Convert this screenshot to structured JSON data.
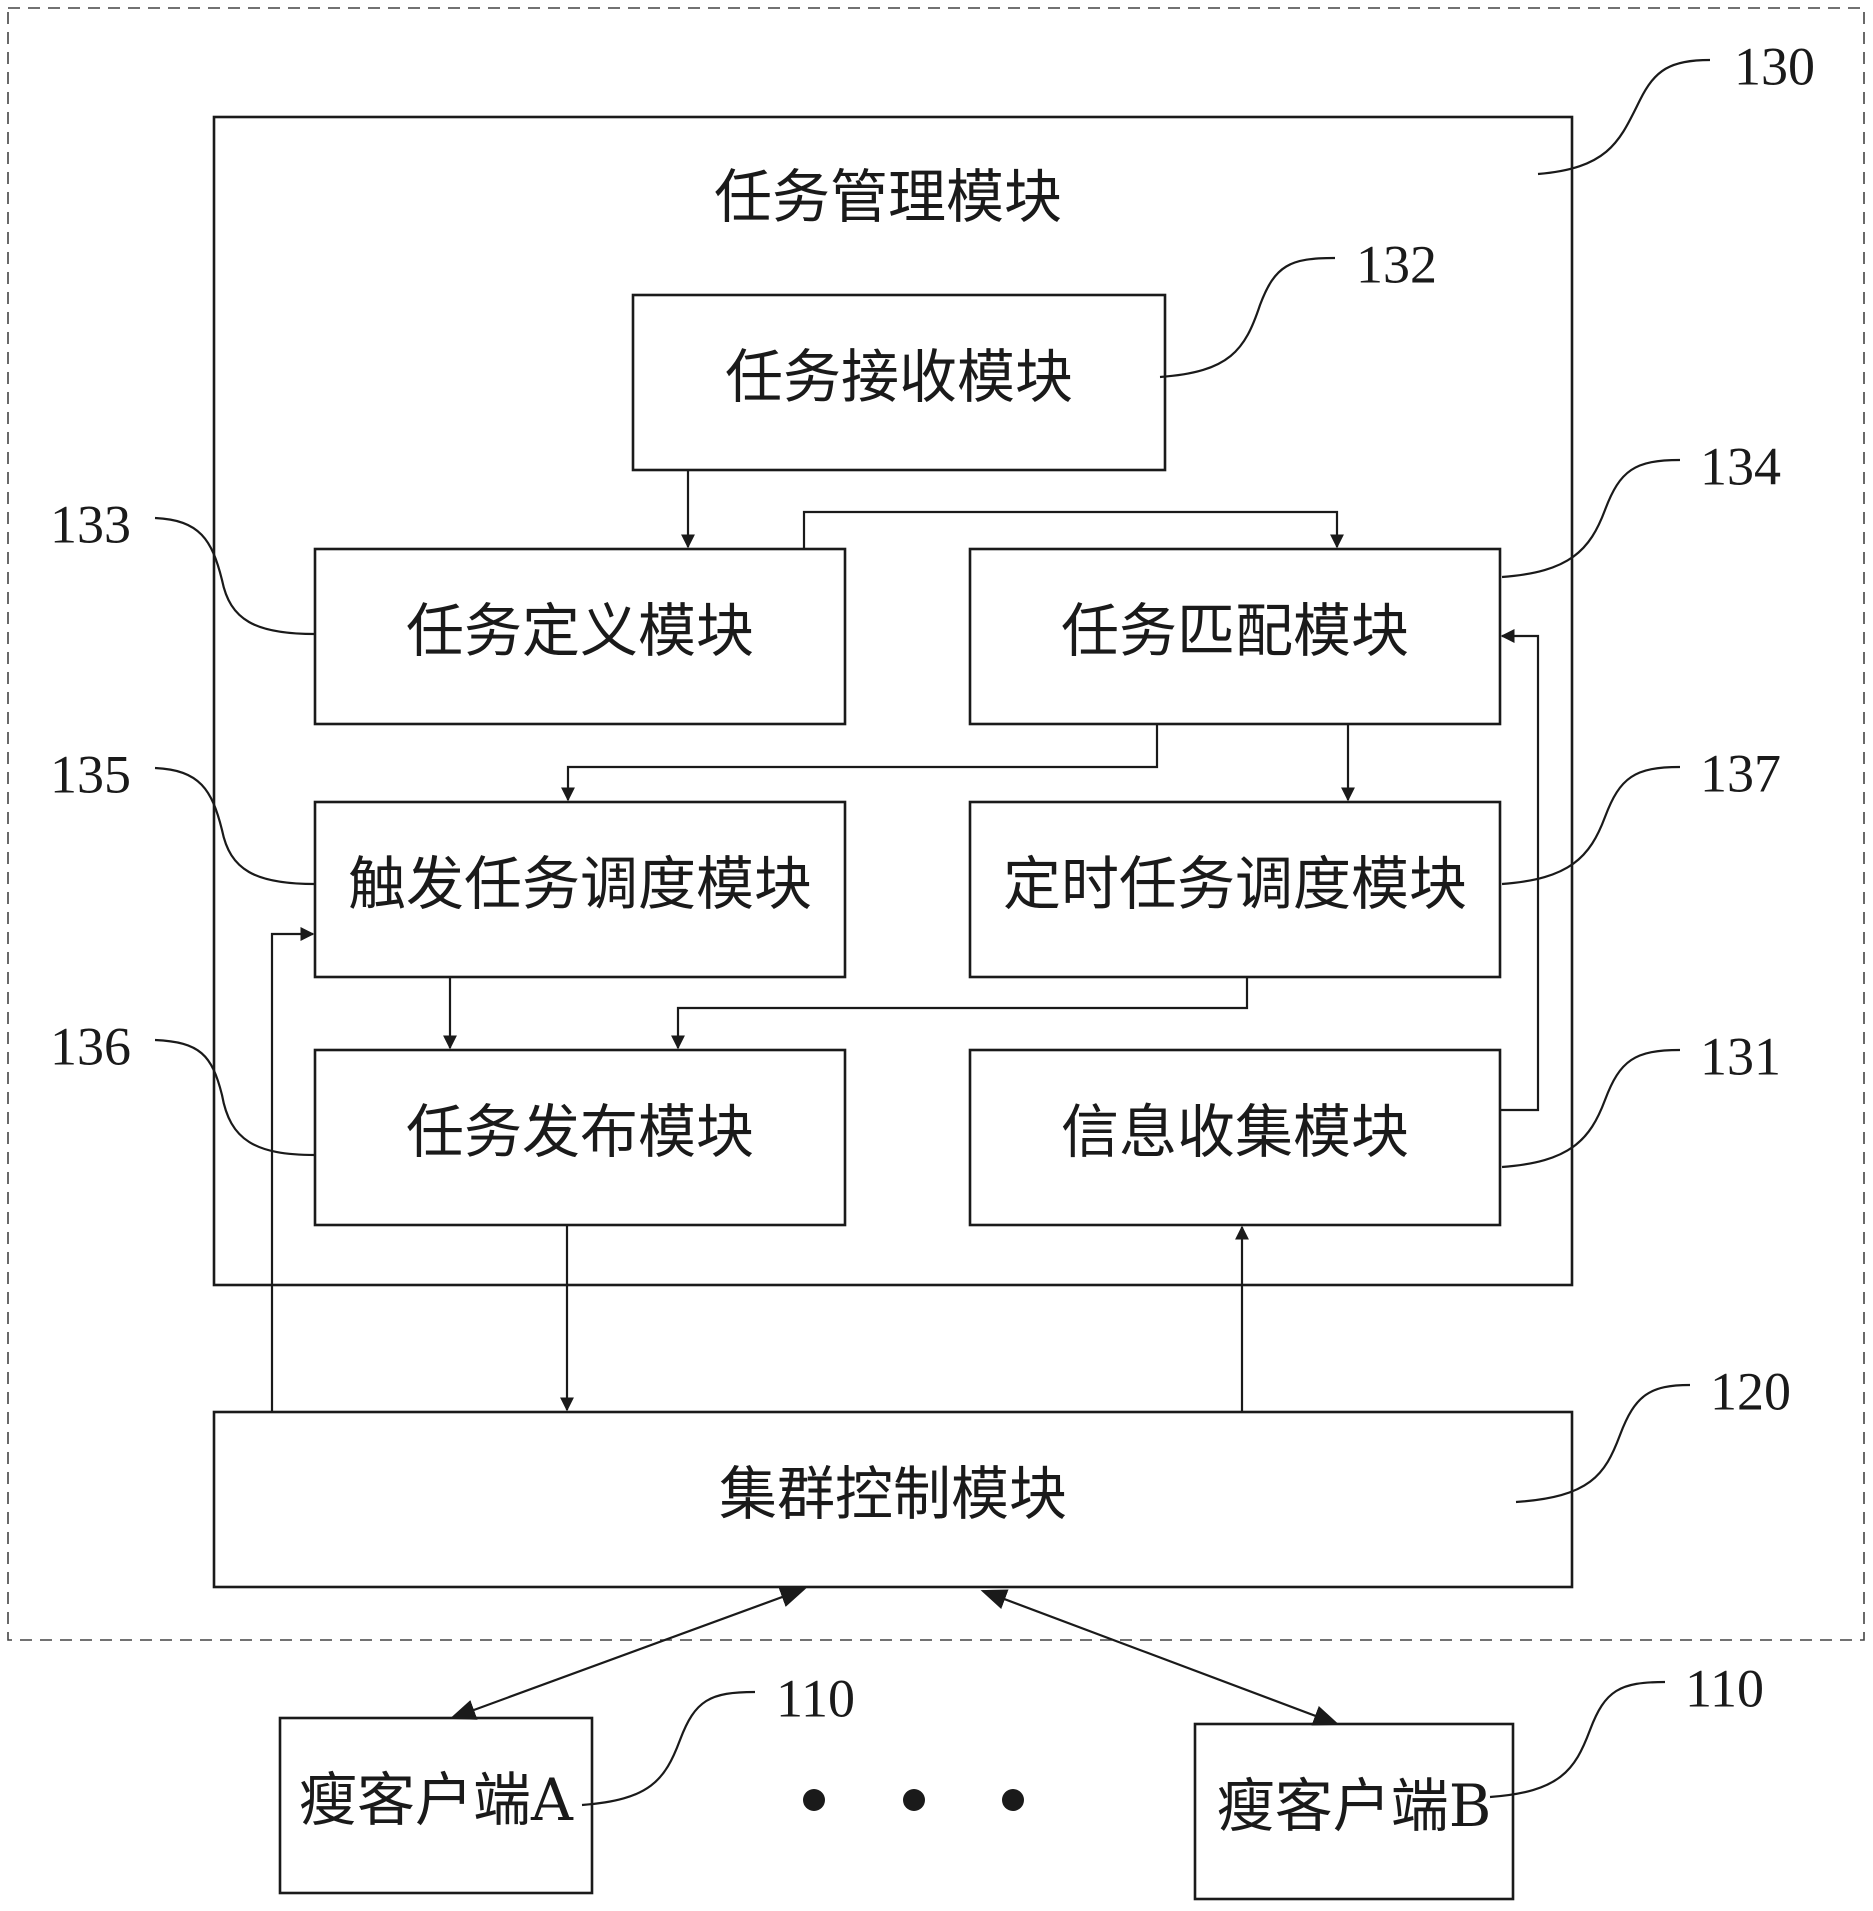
{
  "title": "任务管理模块",
  "modules": {
    "task_receive": "任务接收模块",
    "task_define": "任务定义模块",
    "task_match": "任务匹配模块",
    "trigger_schedule": "触发任务调度模块",
    "timed_schedule": "定时任务调度模块",
    "task_publish": "任务发布模块",
    "info_collect": "信息收集模块",
    "cluster_control": "集群控制模块",
    "client_a": "瘦客户端A",
    "client_b": "瘦客户端B"
  },
  "refs": {
    "r130": "130",
    "r132": "132",
    "r133": "133",
    "r134": "134",
    "r135": "135",
    "r137": "137",
    "r136": "136",
    "r131": "131",
    "r120": "120",
    "r110a": "110",
    "r110b": "110"
  },
  "ellipsis": "• • •"
}
